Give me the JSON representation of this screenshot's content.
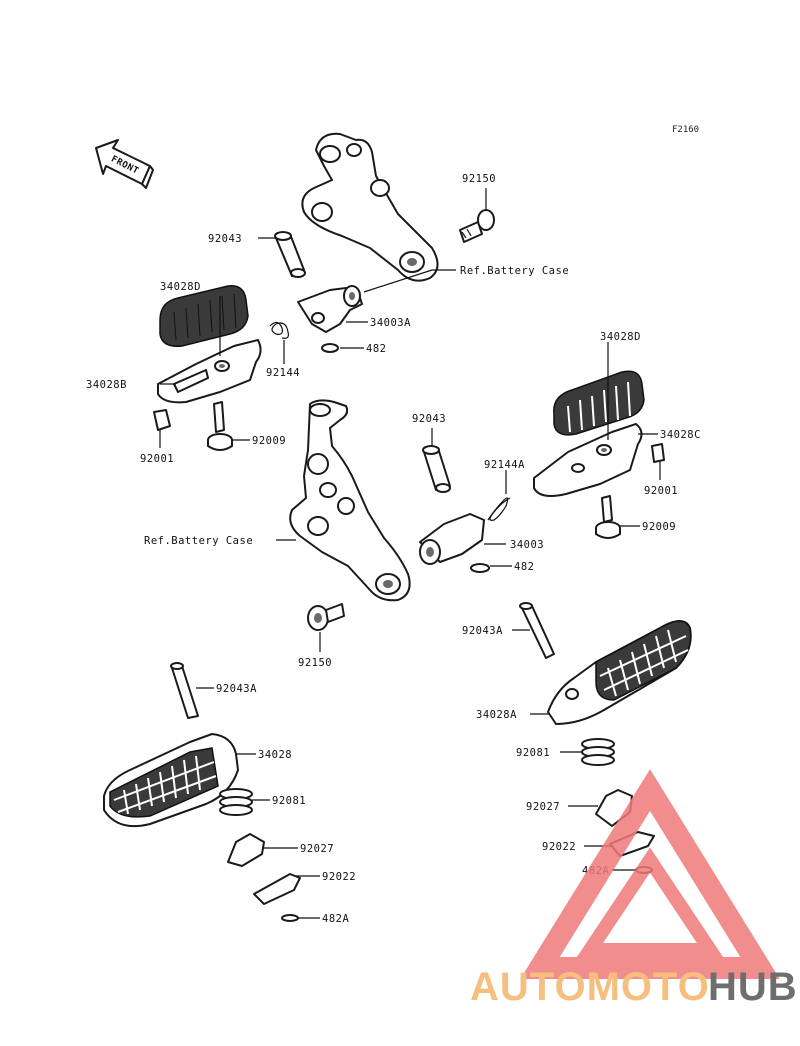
{
  "figure_id": "F2160",
  "front_label": "FRONT",
  "labels": {
    "p92150_top": "92150",
    "p92043_top": "92043",
    "ref_battery_top": "Ref.Battery Case",
    "p34028D_left": "34028D",
    "p34003A": "34003A",
    "p482_top": "482",
    "p92144": "92144",
    "p34028B": "34028B",
    "p92009_left": "92009",
    "p92001_left": "92001",
    "p34028D_right": "34028D",
    "p92043_mid": "92043",
    "p34028C": "34028C",
    "p92144A": "92144A",
    "p92001_right": "92001",
    "p92009_right": "92009",
    "ref_battery_mid": "Ref.Battery Case",
    "p34003": "34003",
    "p482_mid": "482",
    "p92150_mid": "92150",
    "p92043A_right": "92043A",
    "p34028A": "34028A",
    "p92043A_left": "92043A",
    "p34028": "34028",
    "p92081_right": "92081",
    "p92081_left": "92081",
    "p92027_right": "92027",
    "p92027_left": "92027",
    "p92022_right": "92022",
    "p92022_left": "92022",
    "p482A_right": "482A",
    "p482A_left": "482A"
  },
  "watermark": {
    "part1": "AUTOMOTO",
    "part2": "HUB",
    "color1": "#f5b56a",
    "color2": "#555555",
    "triangle_color": "#f07a7a"
  }
}
